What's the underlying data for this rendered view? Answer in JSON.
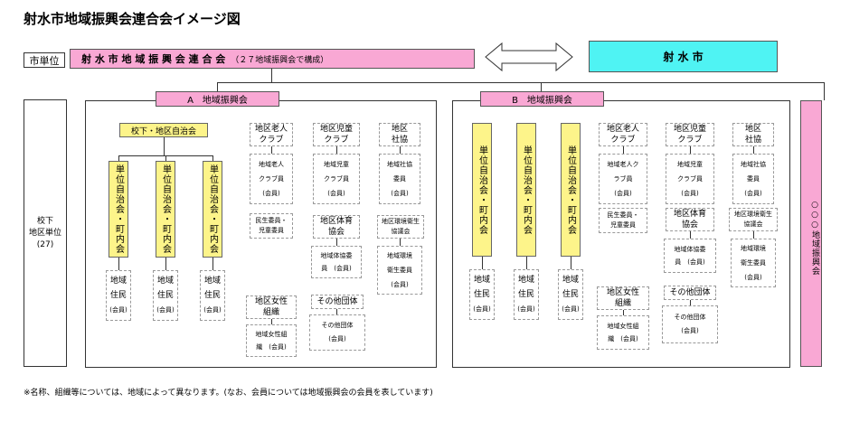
{
  "title": "射水市地域振興会連合会イメージ図",
  "shi_tani": "市単位",
  "rengokai": {
    "main": "射 水 市 地 域 振 興 会 連 合 会",
    "sub": "（２７地域振興会で構成）"
  },
  "imizu_shi": "射 水 市",
  "koka_label": [
    "校下",
    "地区単位",
    "(27)"
  ],
  "a_title": "A　地域振興会",
  "b_title": "B　地域振興会",
  "other": "○○○地域振興会",
  "jichikai": "校下・地区自治会",
  "tani_jichikai": "単位自治会・町内会",
  "chiiki_jumin": [
    "地域",
    "住民",
    "(会員)"
  ],
  "orgs": {
    "rojin": {
      "head": [
        "地区老人",
        "クラブ"
      ],
      "member": [
        "地域老人",
        "クラブ員",
        "(会員)"
      ],
      "member_b": [
        "地域老人ク",
        "ラブ員",
        "(会員)"
      ]
    },
    "jido": {
      "head": [
        "地区児童",
        "クラブ"
      ],
      "member": [
        "地域児童",
        "クラブ員",
        "(会員)"
      ]
    },
    "shakyo": {
      "head": [
        "地区",
        "社協"
      ],
      "member": [
        "地域社協",
        "委員",
        "(会員)"
      ]
    },
    "minsei": [
      "民生委員・",
      "児童委員"
    ],
    "taiiku": {
      "head": [
        "地区体育",
        "協会"
      ],
      "member": [
        "地域体協委",
        "員　(会員)"
      ],
      "member_b": [
        "地域体協委",
        "員　(会員)"
      ]
    },
    "kankyo": {
      "head": [
        "地区環境衛生",
        "協議会"
      ],
      "member": [
        "地域環境",
        "衛生委員",
        "(会員)"
      ]
    },
    "josei": {
      "head": [
        "地区女性",
        "組織"
      ],
      "member": [
        "地域女性組",
        "織　(会員)"
      ]
    },
    "sonota": {
      "head": "その他団体",
      "member": [
        "その他団体",
        "(会員)"
      ]
    }
  },
  "footnote": "※名称、組織等については、地域によって異なります。(なお、会員については地域振興会の会員を表しています)"
}
